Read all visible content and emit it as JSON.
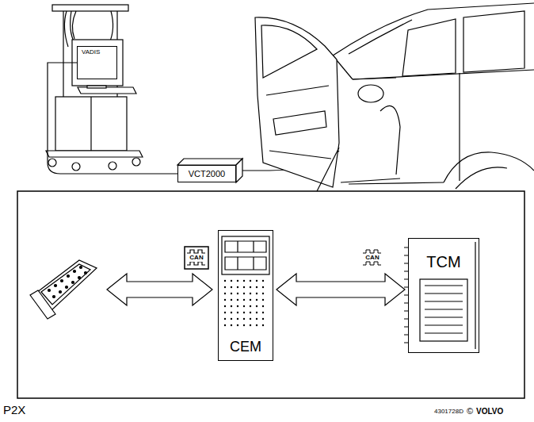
{
  "diagram": {
    "nodes": [
      {
        "text": [
          "VADIS"
        ]
      },
      {
        "text": [
          "VCT2000"
        ]
      },
      {
        "text": [
          "CEM"
        ]
      },
      {
        "text": [
          "TCM"
        ]
      }
    ],
    "edges": [
      {
        "from": 0,
        "to": 1,
        "arrow": "none"
      },
      {
        "from": 2,
        "to": 3,
        "arrow": "both",
        "label": "CAN"
      }
    ],
    "labels": [
      "CAN",
      "P2X",
      "4301728D",
      "©",
      "VOLVO"
    ]
  }
}
